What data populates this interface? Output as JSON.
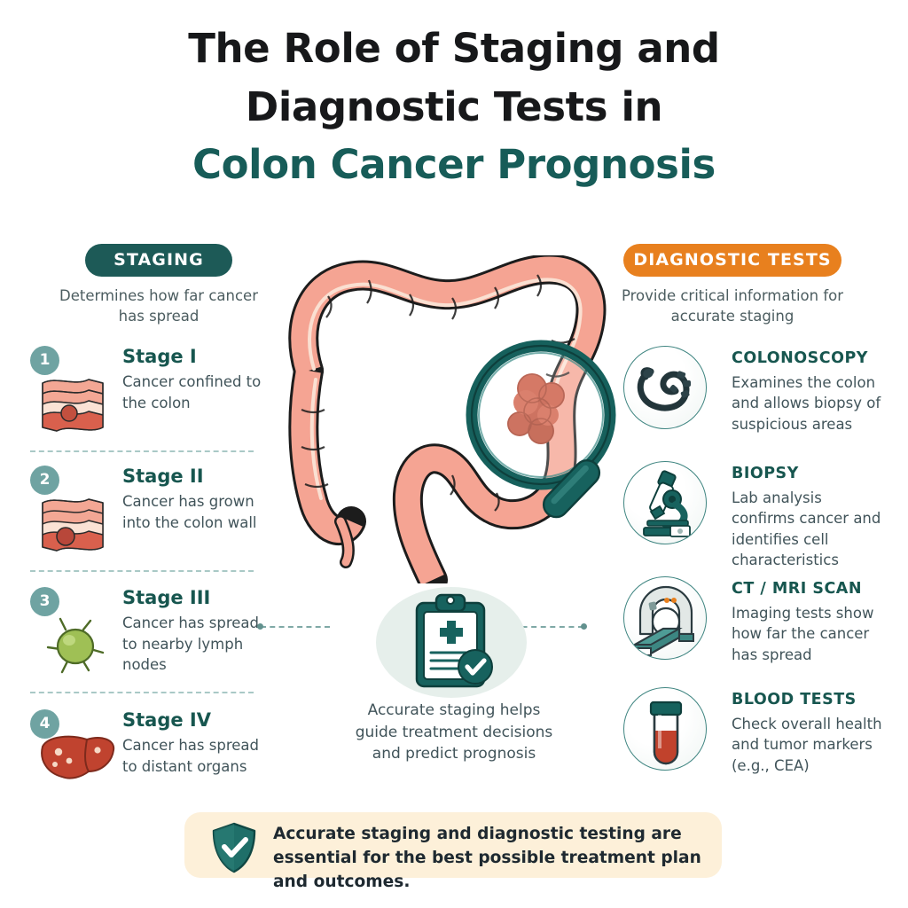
{
  "title": {
    "line1": "The Role of Staging and",
    "line2": "Diagnostic Tests in",
    "line3": "Colon Cancer Prognosis"
  },
  "colors": {
    "dark_teal": "#1d5a57",
    "orange": "#e8801e",
    "badge_teal": "#6fa3a2",
    "body_text": "#41545a",
    "banner_bg": "#fdf0d9"
  },
  "staging": {
    "pill_label": "STAGING",
    "subtitle": "Determines how far cancer has spread",
    "items": [
      {
        "number": "1",
        "title": "Stage I",
        "desc": "Cancer confined to the colon",
        "icon": "colon-wall-tissue-icon"
      },
      {
        "number": "2",
        "title": "Stage II",
        "desc": "Cancer has grown into the colon wall",
        "icon": "colon-wall-tissue-icon"
      },
      {
        "number": "3",
        "title": "Stage III",
        "desc": "Cancer has spread to nearby lymph nodes",
        "icon": "lymph-node-icon"
      },
      {
        "number": "4",
        "title": "Stage IV",
        "desc": "Cancer has spread to distant organs",
        "icon": "liver-icon"
      }
    ]
  },
  "diagnostics": {
    "pill_label": "DIAGNOSTIC TESTS",
    "subtitle": "Provide critical information for accurate staging",
    "items": [
      {
        "title": "COLONOSCOPY",
        "desc": "Examines the colon and allows biopsy of suspicious areas",
        "icon": "colonoscope-icon"
      },
      {
        "title": "BIOPSY",
        "desc": "Lab analysis confirms cancer and identifies cell characteristics",
        "icon": "microscope-icon"
      },
      {
        "title": "CT / MRI SCAN",
        "desc": "Imaging tests show how far the cancer has spread",
        "icon": "ct-scanner-icon"
      },
      {
        "title": "BLOOD TESTS",
        "desc": "Check overall health and tumor markers (e.g., CEA)",
        "icon": "blood-test-tube-icon"
      }
    ]
  },
  "center": {
    "icon": "clipboard-checklist-icon",
    "caption": "Accurate staging helps guide treatment decisions and predict prognosis"
  },
  "illustration": {
    "icon": "colon-with-magnifier-tumor-illustration"
  },
  "banner": {
    "icon": "shield-check-icon",
    "text": "Accurate staging and diagnostic testing are essential for the best possible treatment plan and outcomes."
  }
}
